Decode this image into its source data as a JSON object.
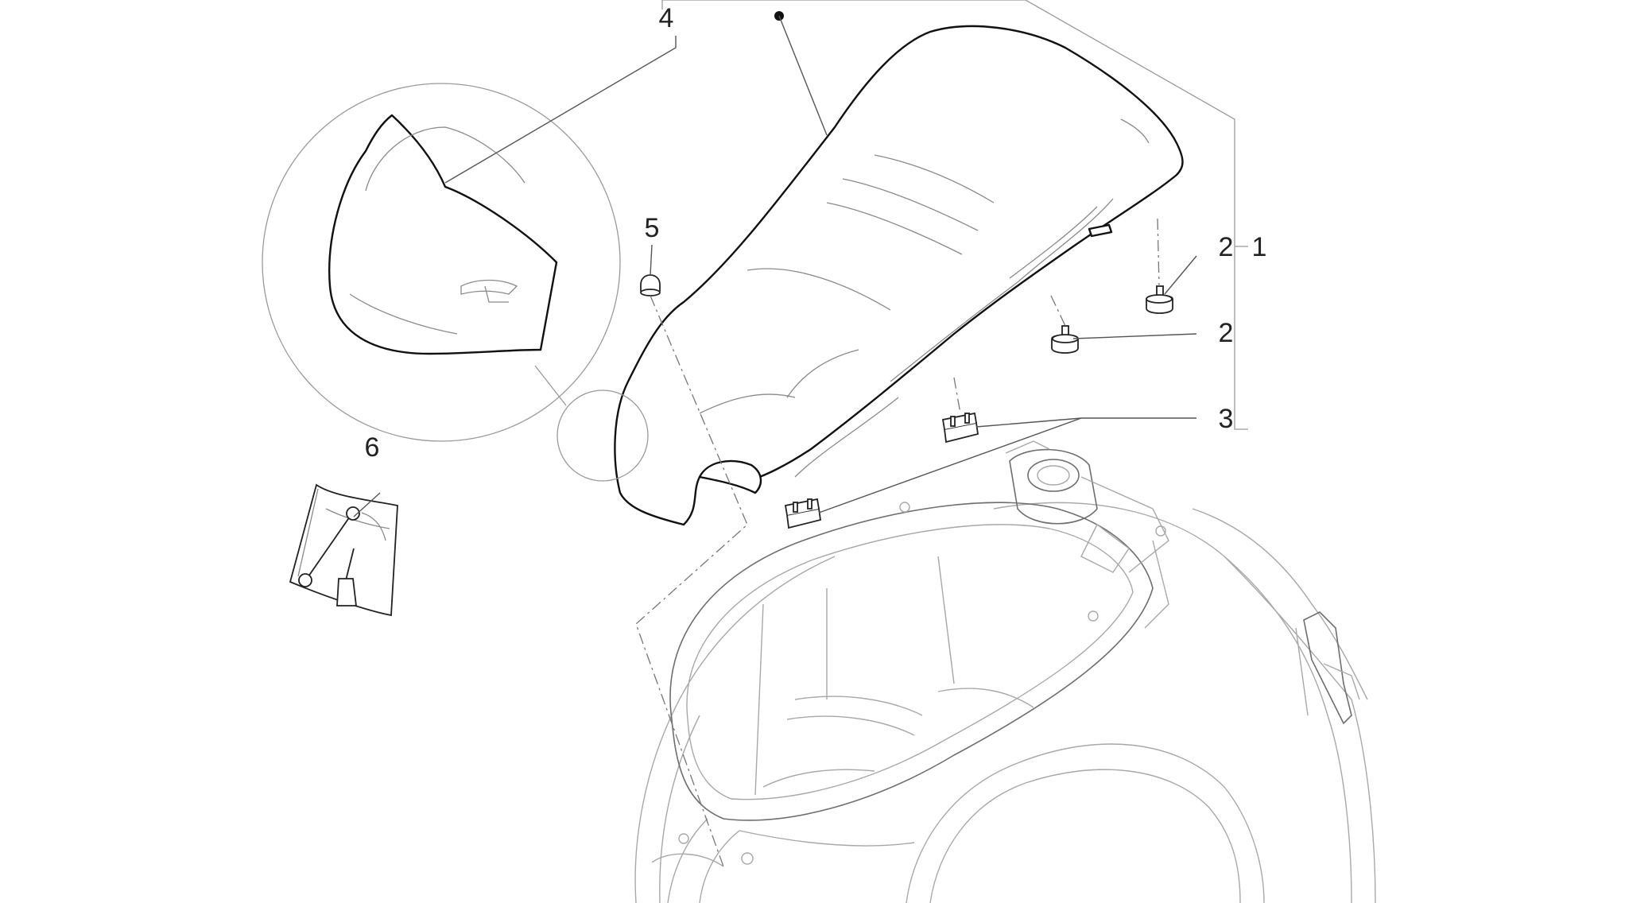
{
  "diagram": {
    "callouts": [
      {
        "id": "c4",
        "label": "4"
      },
      {
        "id": "c5",
        "label": "5"
      },
      {
        "id": "c6",
        "label": "6"
      },
      {
        "id": "c2a",
        "label": "2"
      },
      {
        "id": "c2b",
        "label": "2"
      },
      {
        "id": "c1",
        "label": "1"
      },
      {
        "id": "c3",
        "label": "3"
      }
    ]
  },
  "colors": {
    "line": "#9a9a9a",
    "outline": "#111111",
    "text": "#222222"
  }
}
